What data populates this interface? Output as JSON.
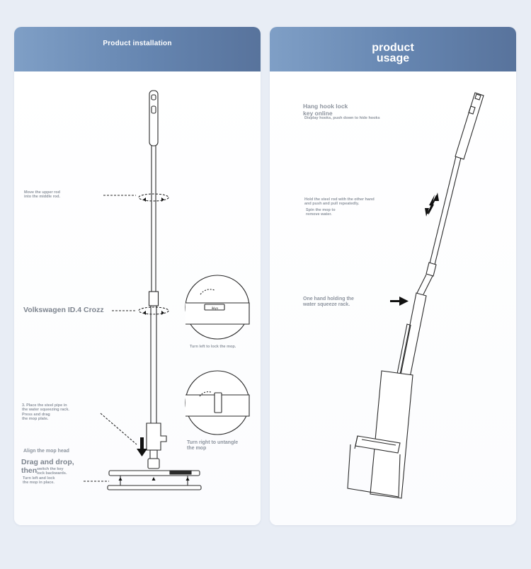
{
  "left_panel": {
    "title": "Product installation",
    "labels": {
      "move_rod": "Move the upper rod\ninto the middle rod.",
      "brand": "Volkswagen ID.4 Crozz",
      "place_pipe": "3. Place the steel pipe in\n the water squeezing rack.\nPress and drag\n the mop plate.",
      "align_head": "Align the mop head",
      "drag_drop": "Drag and drop,\nthen",
      "switch_key": "switch the key\n lock backwards.",
      "turn_lock": "Turn left and lock\n the mop in place.",
      "turn_left": "Turn left to lock the mop.",
      "turn_right": "Turn right to untangle\n the mop"
    }
  },
  "right_panel": {
    "title": "product\nusage",
    "labels": {
      "hang_hook": "Hang hook lock\n key online",
      "display_hooks": "Display hooks, push down to hide hooks",
      "hold_rod": "Hold the steel rod with the other hand\n and push and pull repeatedly.",
      "spin_mop": "Spin the mop to\n remove water.",
      "one_hand": "One hand holding the\n water squeeze rack."
    }
  },
  "colors": {
    "header_start": "#7f9fc6",
    "header_end": "#58739c",
    "label_gray": "#8d949e",
    "line_dark": "#2a2a2a",
    "background": "#e8edf5"
  },
  "icons": [
    "lock-icon",
    "arrow-down-icon",
    "arrow-right-icon",
    "double-arrow-icon"
  ]
}
